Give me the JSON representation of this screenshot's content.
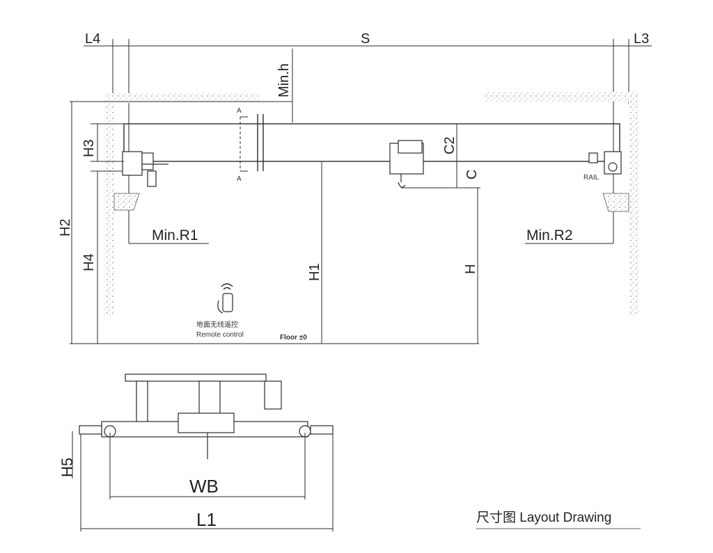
{
  "labels": {
    "l4": "L4",
    "s": "S",
    "l3": "L3",
    "min_h": "Min.h",
    "h3": "H3",
    "h2": "H2",
    "h4": "H4",
    "h1": "H1",
    "h": "H",
    "c2": "C2",
    "c": "C",
    "min_r1": "Min.R1",
    "min_r2": "Min.R2",
    "rail": "RAIL",
    "section_a_top": "A",
    "section_a_bottom": "A",
    "remote_cn": "地面无线遥控",
    "remote_en": "Remote control",
    "floor": "Floor ±0",
    "h5": "H5",
    "wb": "WB",
    "l1": "L1",
    "caption": "尺寸图 Layout Drawing"
  },
  "icons": {
    "remote": "remote-control-icon",
    "signal": "wireless-signal-icon",
    "hoist": "hoist-trolley-icon",
    "hook": "hook-icon"
  },
  "colors": {
    "line": "#2a2a2a",
    "wall_hatch": "#8a8a8a"
  }
}
